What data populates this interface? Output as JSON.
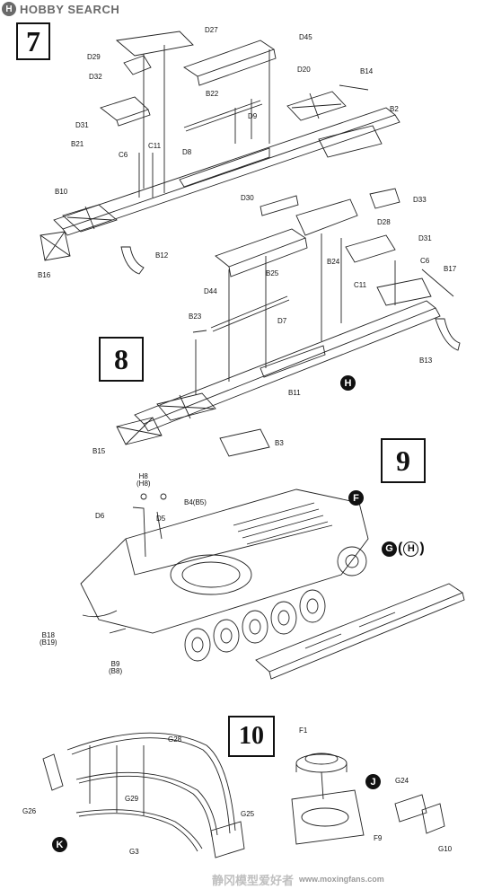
{
  "header": {
    "logo_mark": "H",
    "site": "HOBBY SEARCH"
  },
  "steps": {
    "s7": "7",
    "s8": "8",
    "s9": "9",
    "s10": "10"
  },
  "badges": {
    "h_step8": "H",
    "f_step9": "F",
    "g": "G",
    "h_paren": "H",
    "j": "J",
    "k": "K"
  },
  "labels": {
    "step7": [
      "D27",
      "D45",
      "D29",
      "D32",
      "D20",
      "B14",
      "B22",
      "D9",
      "B2",
      "D31",
      "B21",
      "C11",
      "C6",
      "D8",
      "B10",
      "B16",
      "B12"
    ],
    "step8": [
      "D30",
      "D33",
      "D28",
      "D31",
      "B24",
      "C6",
      "B17",
      "C11",
      "D44",
      "B25",
      "D7",
      "B23",
      "B13",
      "B11",
      "B15",
      "B3"
    ],
    "step9": [
      "H8",
      "(H8)",
      "B4(B5)",
      "D6",
      "D5",
      "B18",
      "(B19)",
      "B9",
      "(B8)"
    ],
    "step10": [
      "G28",
      "F1",
      "G26",
      "G29",
      "G24",
      "G25",
      "F9",
      "G3",
      "G10"
    ]
  },
  "footer": {
    "watermark_cn": "静冈模型爱好者",
    "url": "www.moxingfans.com"
  }
}
